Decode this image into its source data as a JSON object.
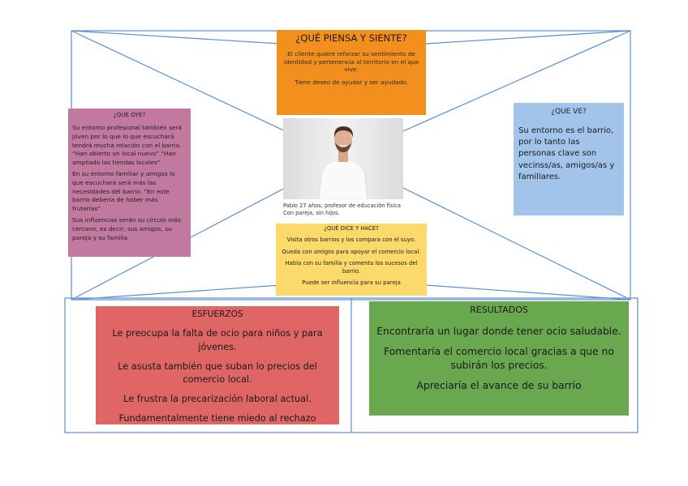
{
  "colors": {
    "frame_line": "#5b8fd1",
    "piensa": "#f28f1d",
    "oye": "#c1799f",
    "ve": "#a2c4ea",
    "dice": "#fbd96a",
    "esfuerzos": "#e06666",
    "resultados": "#6aa84f"
  },
  "piensa": {
    "title": "¿QUÉ PIENSA Y SIENTE?",
    "lines": [
      "El cliente quiere reforzar su sentimiento de identidad y pertenencia al territorio en el que vive.",
      "Tiene deseo de ayudar y ser ayudado."
    ]
  },
  "oye": {
    "title": "¿QUÉ OYE?",
    "lines": [
      "Su entorno profesional también será jóven por lo que lo que escuchará tendrá mucha relación con el barrio. “Han abierto un local nuevo” “Han ampliado las tiendas locales”",
      "En su entorno familiar y amigos lo que escuchará será más las necesidades del barrio. “En este barrio debería de haber más fruterías”",
      "Sus influencias serán su círculo más cercano, es decir; sus amigos, su pareja y su familia"
    ]
  },
  "ve": {
    "title": "¿QUE VE?",
    "lines": [
      "Su entorno es el barrio, por lo tanto las personas clave son vecinss/as, amigos/as y familiares."
    ]
  },
  "persona": {
    "photo_icon": "man-portrait-photo",
    "caption_1": "Pablo 27 años, profesor de educación física",
    "caption_2": "Con pareja, sin hijos."
  },
  "dice": {
    "title": "¿QUÉ DICE Y HACE?",
    "lines": [
      "Visita otros barrios y los compara con el suyo.",
      "Queda con amigos para apoyar el comercio local.",
      "Habla con su familia y comenta los sucesos del barrio.",
      "Puede ser influencia para su pareja"
    ]
  },
  "esfuerzos": {
    "title": "ESFUERZOS",
    "lines": [
      "Le preocupa la falta de ocio para niños y para jóvenes.",
      "Le asusta también que suban lo precios del comercio local.",
      "Le frustra la precarización laboral actual.",
      "Fundamentalmente tiene miedo al rechazo"
    ]
  },
  "resultados": {
    "title": "RESULTADOS",
    "lines": [
      "Encontraría un lugar donde tener ocio saludable.",
      "Fomentaría el comercio local gracias a que no subirán los precios.",
      "Apreciaría el avance de su barrio"
    ]
  }
}
